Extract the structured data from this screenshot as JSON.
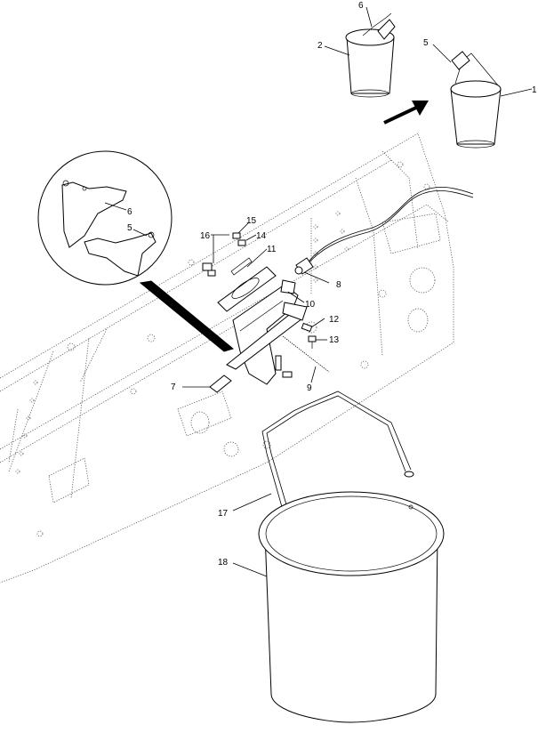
{
  "callouts": [
    {
      "id": "c1",
      "text": "1"
    },
    {
      "id": "c2",
      "text": "2"
    },
    {
      "id": "c5a",
      "text": "5"
    },
    {
      "id": "c6a",
      "text": "6"
    },
    {
      "id": "c6b",
      "text": "6"
    },
    {
      "id": "c5b",
      "text": "5"
    },
    {
      "id": "c15",
      "text": "15"
    },
    {
      "id": "c16",
      "text": "16"
    },
    {
      "id": "c14",
      "text": "14"
    },
    {
      "id": "c11",
      "text": "11"
    },
    {
      "id": "c8",
      "text": "8"
    },
    {
      "id": "c10",
      "text": "10"
    },
    {
      "id": "c12",
      "text": "12"
    },
    {
      "id": "c13",
      "text": "13"
    },
    {
      "id": "c7",
      "text": "7"
    },
    {
      "id": "c9",
      "text": "9"
    },
    {
      "id": "c17",
      "text": "17"
    },
    {
      "id": "c18",
      "text": "18"
    }
  ]
}
